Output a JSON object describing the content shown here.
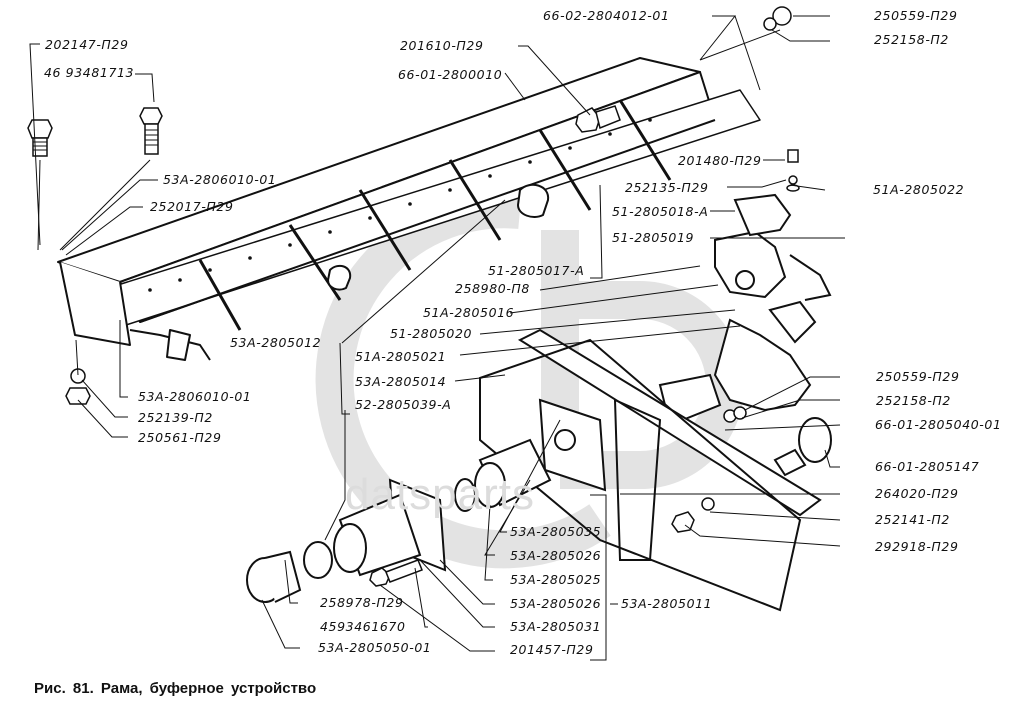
{
  "figure": {
    "caption": "Рис. 81. Рама, буферное устройство",
    "watermark": "datsparts"
  },
  "labels": [
    {
      "id": "l1",
      "text": "202147-П29"
    },
    {
      "id": "l2",
      "text": "46 93481713"
    },
    {
      "id": "l3",
      "text": "53А-2806010-01"
    },
    {
      "id": "l4",
      "text": "252017-П29"
    },
    {
      "id": "l5",
      "text": "201610-П29"
    },
    {
      "id": "l6",
      "text": "66-01-2800010"
    },
    {
      "id": "l7",
      "text": "66-02-2804012-01"
    },
    {
      "id": "l8",
      "text": "250559-П29"
    },
    {
      "id": "l9",
      "text": "252158-П2"
    },
    {
      "id": "l10",
      "text": "201480-П29"
    },
    {
      "id": "l11",
      "text": "252135-П29"
    },
    {
      "id": "l12",
      "text": "51А-2805022"
    },
    {
      "id": "l13",
      "text": "51-2805018-А"
    },
    {
      "id": "l14",
      "text": "51-2805019"
    },
    {
      "id": "l15",
      "text": "51-2805017-А"
    },
    {
      "id": "l16",
      "text": "258980-П8"
    },
    {
      "id": "l17",
      "text": "51А-2805016"
    },
    {
      "id": "l18",
      "text": "51-2805020"
    },
    {
      "id": "l19",
      "text": "51А-2805021"
    },
    {
      "id": "l20",
      "text": "53А-2805014"
    },
    {
      "id": "l21",
      "text": "52-2805039-А"
    },
    {
      "id": "l22",
      "text": "53А-2805012"
    },
    {
      "id": "l23",
      "text": "53А-2806010-01"
    },
    {
      "id": "l24",
      "text": "252139-П2"
    },
    {
      "id": "l25",
      "text": "250561-П29"
    },
    {
      "id": "l26",
      "text": "250559-П29"
    },
    {
      "id": "l27",
      "text": "252158-П2"
    },
    {
      "id": "l28",
      "text": "66-01-2805040-01"
    },
    {
      "id": "l29",
      "text": "66-01-2805147"
    },
    {
      "id": "l30",
      "text": "264020-П29"
    },
    {
      "id": "l31",
      "text": "252141-П2"
    },
    {
      "id": "l32",
      "text": "292918-П29"
    },
    {
      "id": "l33",
      "text": "53А-2805035"
    },
    {
      "id": "l34",
      "text": "53А-2805026"
    },
    {
      "id": "l35",
      "text": "53А-2805025"
    },
    {
      "id": "l36",
      "text": "53А-2805026"
    },
    {
      "id": "l37",
      "text": "53А-2805031"
    },
    {
      "id": "l38",
      "text": "201457-П29"
    },
    {
      "id": "l39",
      "text": "53А-2805011"
    },
    {
      "id": "l40",
      "text": "258978-П29"
    },
    {
      "id": "l41",
      "text": "4593461670"
    },
    {
      "id": "l42",
      "text": "53А-2805050-01"
    }
  ]
}
